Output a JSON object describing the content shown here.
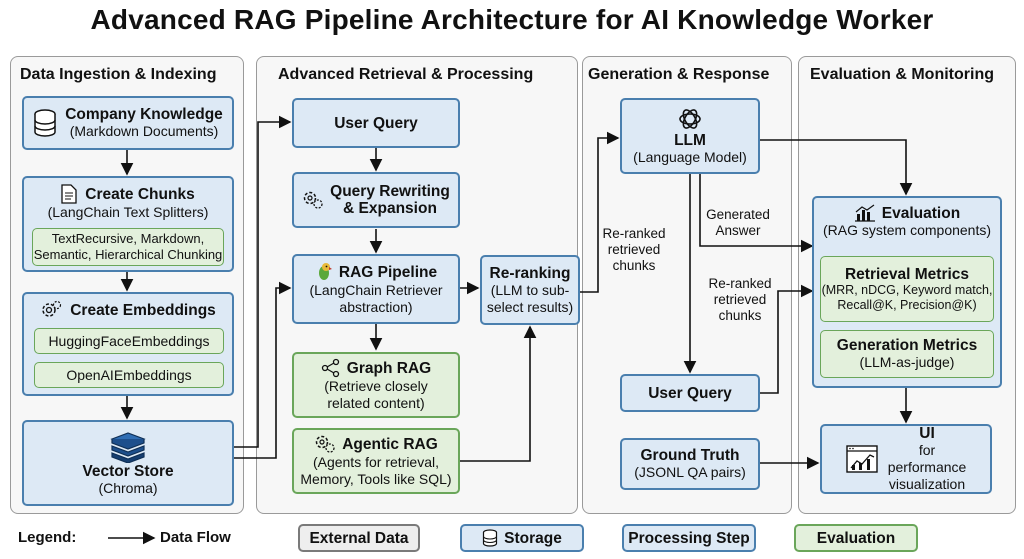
{
  "title": "Advanced RAG Pipeline Architecture for AI Knowledge Worker",
  "panels": {
    "ingestion": "Data Ingestion & Indexing",
    "retrieval": "Advanced Retrieval & Processing",
    "generation": "Generation & Response",
    "evaluation": "Evaluation & Monitoring"
  },
  "ingestion": {
    "company_knowledge": {
      "title": "Company Knowledge",
      "sub": "(Markdown Documents)"
    },
    "create_chunks": {
      "title": "Create Chunks",
      "sub": "(LangChain Text Splitters)",
      "detail": "TextRecursive, Markdown,\nSemantic, Hierarchical Chunking"
    },
    "create_embeddings": {
      "title": "Create Embeddings",
      "hf": "HuggingFaceEmbeddings",
      "openai": "OpenAIEmbeddings"
    },
    "vector_store": {
      "title": "Vector Store",
      "sub": "(Chroma)"
    }
  },
  "retrieval": {
    "user_query": "User Query",
    "query_rewriting": "Query Rewriting\n& Expansion",
    "rag_pipeline": {
      "title": "RAG Pipeline",
      "sub": "(LangChain Retriever\nabstraction)"
    },
    "graph_rag": {
      "title": "Graph RAG",
      "sub": "(Retrieve closely\nrelated content)"
    },
    "agentic_rag": {
      "title": "Agentic RAG",
      "sub": "(Agents for retrieval,\nMemory, Tools like SQL)"
    },
    "reranking": {
      "title": "Re-ranking",
      "sub": "(LLM to sub-\nselect results)"
    }
  },
  "generation": {
    "llm": {
      "title": "LLM",
      "sub": "(Language Model)"
    },
    "reranked_label_1": "Re-ranked\nretrieved\nchunks",
    "generated_answer": "Generated\nAnswer",
    "reranked_label_2": "Re-ranked\nretrieved\nchunks",
    "user_query": "User Query",
    "ground_truth": {
      "title": "Ground Truth",
      "sub": "(JSONL QA pairs)"
    }
  },
  "evaluation": {
    "evaluation": {
      "title": "Evaluation",
      "sub": "(RAG system components)"
    },
    "retrieval_metrics": {
      "title": "Retrieval Metrics",
      "sub": "(MRR, nDCG, Keyword match,\nRecall@K, Precision@K)"
    },
    "generation_metrics": {
      "title": "Generation Metrics",
      "sub": "(LLM-as-judge)"
    },
    "ui": {
      "title": "UI",
      "sub": "for\nperformance\nvisualization"
    }
  },
  "legend": {
    "label": "Legend:",
    "data_flow": "Data Flow",
    "external": "External Data",
    "storage": "Storage",
    "processing": "Processing Step",
    "evaluation": "Evaluation"
  },
  "colors": {
    "blue_fill": "#dde9f5",
    "blue_border": "#4a7fae",
    "green_fill": "#e3f0dc",
    "green_border": "#6aa65a",
    "grey_fill": "#eeeeee"
  },
  "icons": [
    "database-icon",
    "document-icon",
    "gear-icon",
    "vector-store-icon",
    "parrot-icon",
    "graph-icon",
    "openai-icon",
    "chart-icon",
    "ui-monitor-icon"
  ]
}
